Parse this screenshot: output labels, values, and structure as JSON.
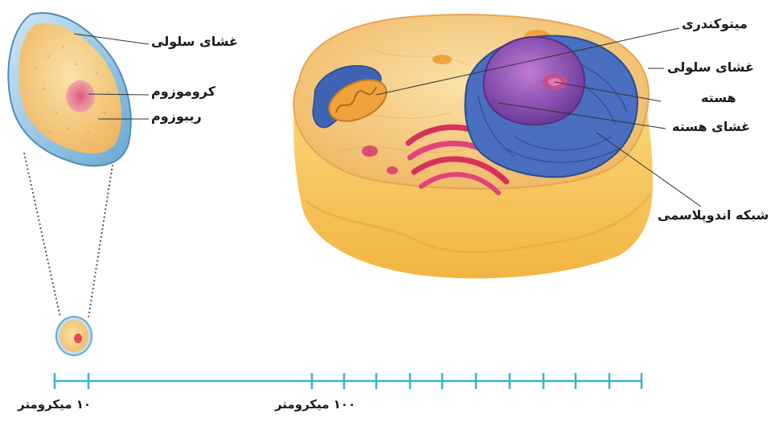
{
  "prokaryote": {
    "labels": {
      "membrane": "غشای سلولی",
      "chromosome": "کروموزوم",
      "ribosome": "ریبوزوم"
    }
  },
  "eukaryote": {
    "labels": {
      "mitochondria": "میتوکندری",
      "membrane": "غشای سلولی",
      "nucleus": "هسته",
      "nuclear_envelope": "غشای هسته",
      "er": "شبکه اندوپلاسمی"
    }
  },
  "scale": {
    "label_10": "۱۰ میکرومتر",
    "label_100": "۱۰۰ میکرومتر"
  },
  "colors": {
    "scale_line": "#3bb3cf",
    "guide_line": "#333333",
    "cytoplasm": "#f6c77a",
    "membrane_blue": "#8fc3e3",
    "er_blue": "#3f63b3",
    "golgi_red": "#d8305b",
    "nucleus_purple": "#8a4fb0"
  }
}
